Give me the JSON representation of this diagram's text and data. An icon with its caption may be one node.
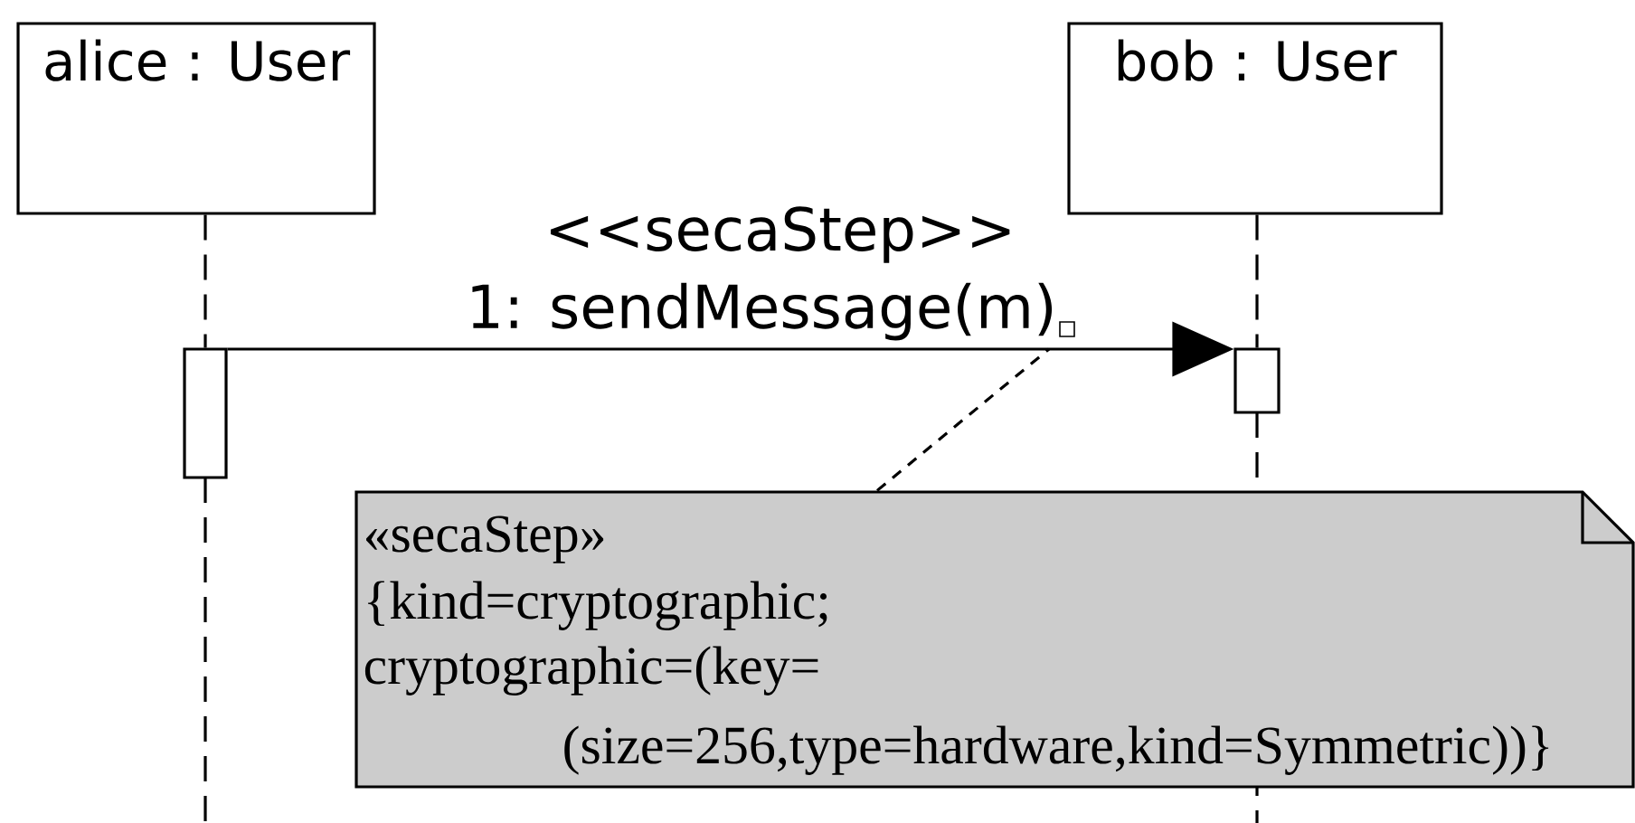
{
  "diagram": {
    "nodes": [
      {
        "text": [
          "alice : User"
        ]
      },
      {
        "text": [
          "bob : User"
        ]
      },
      {
        "text": [],
        "shape": "bar"
      },
      {
        "text": [],
        "shape": "bar"
      },
      {
        "text": [
          "«secaStep»",
          "{kind=cryptographic;",
          "cryptographic=(key=",
          "(size=256,type=hardware,kind=Symmetric))}"
        ]
      }
    ],
    "edges": [
      {
        "from": 0,
        "to": 2,
        "arrow": "none",
        "style": "dashed"
      },
      {
        "from": 1,
        "to": 3,
        "arrow": "none",
        "style": "dashed"
      },
      {
        "from": 2,
        "to": 3,
        "arrow": "to",
        "label": "<<secaStep>> 1: sendMessage(m)"
      },
      {
        "from": 4,
        "to": null,
        "arrow": "none",
        "style": "dashed"
      }
    ]
  }
}
